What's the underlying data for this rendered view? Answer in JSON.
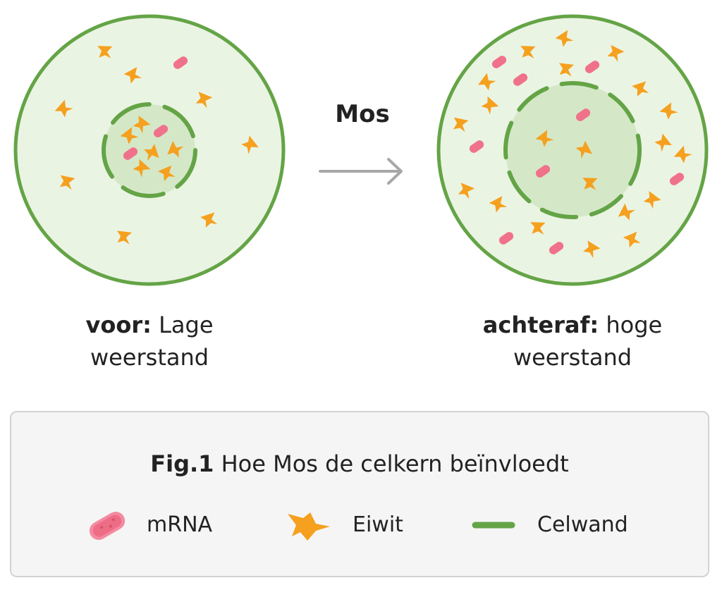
{
  "arrow_label": "Mos",
  "before": {
    "label_bold": "voor:",
    "label_text": "Lage",
    "label_line2": "weerstand"
  },
  "after": {
    "label_bold": "achteraf:",
    "label_text": "hoge",
    "label_line2": "weerstand"
  },
  "legend": {
    "fig_prefix": "Fig.1",
    "fig_title": "Hoe Mos de celkern beïnvloedt",
    "items": [
      {
        "label": "mRNA",
        "icon": "mrna-icon"
      },
      {
        "label": "Eiwit",
        "icon": "protein-icon"
      },
      {
        "label": "Celwand",
        "icon": "cell-wall-icon"
      }
    ]
  },
  "colors": {
    "cell_fill": "#eaf4e3",
    "nucleus_fill": "#d4e8c8",
    "wall": "#64a446",
    "mrna": "#f0728a",
    "protein": "#f5a01e",
    "arrow": "#a8a8a8",
    "legend_bg": "#f5f5f5"
  }
}
